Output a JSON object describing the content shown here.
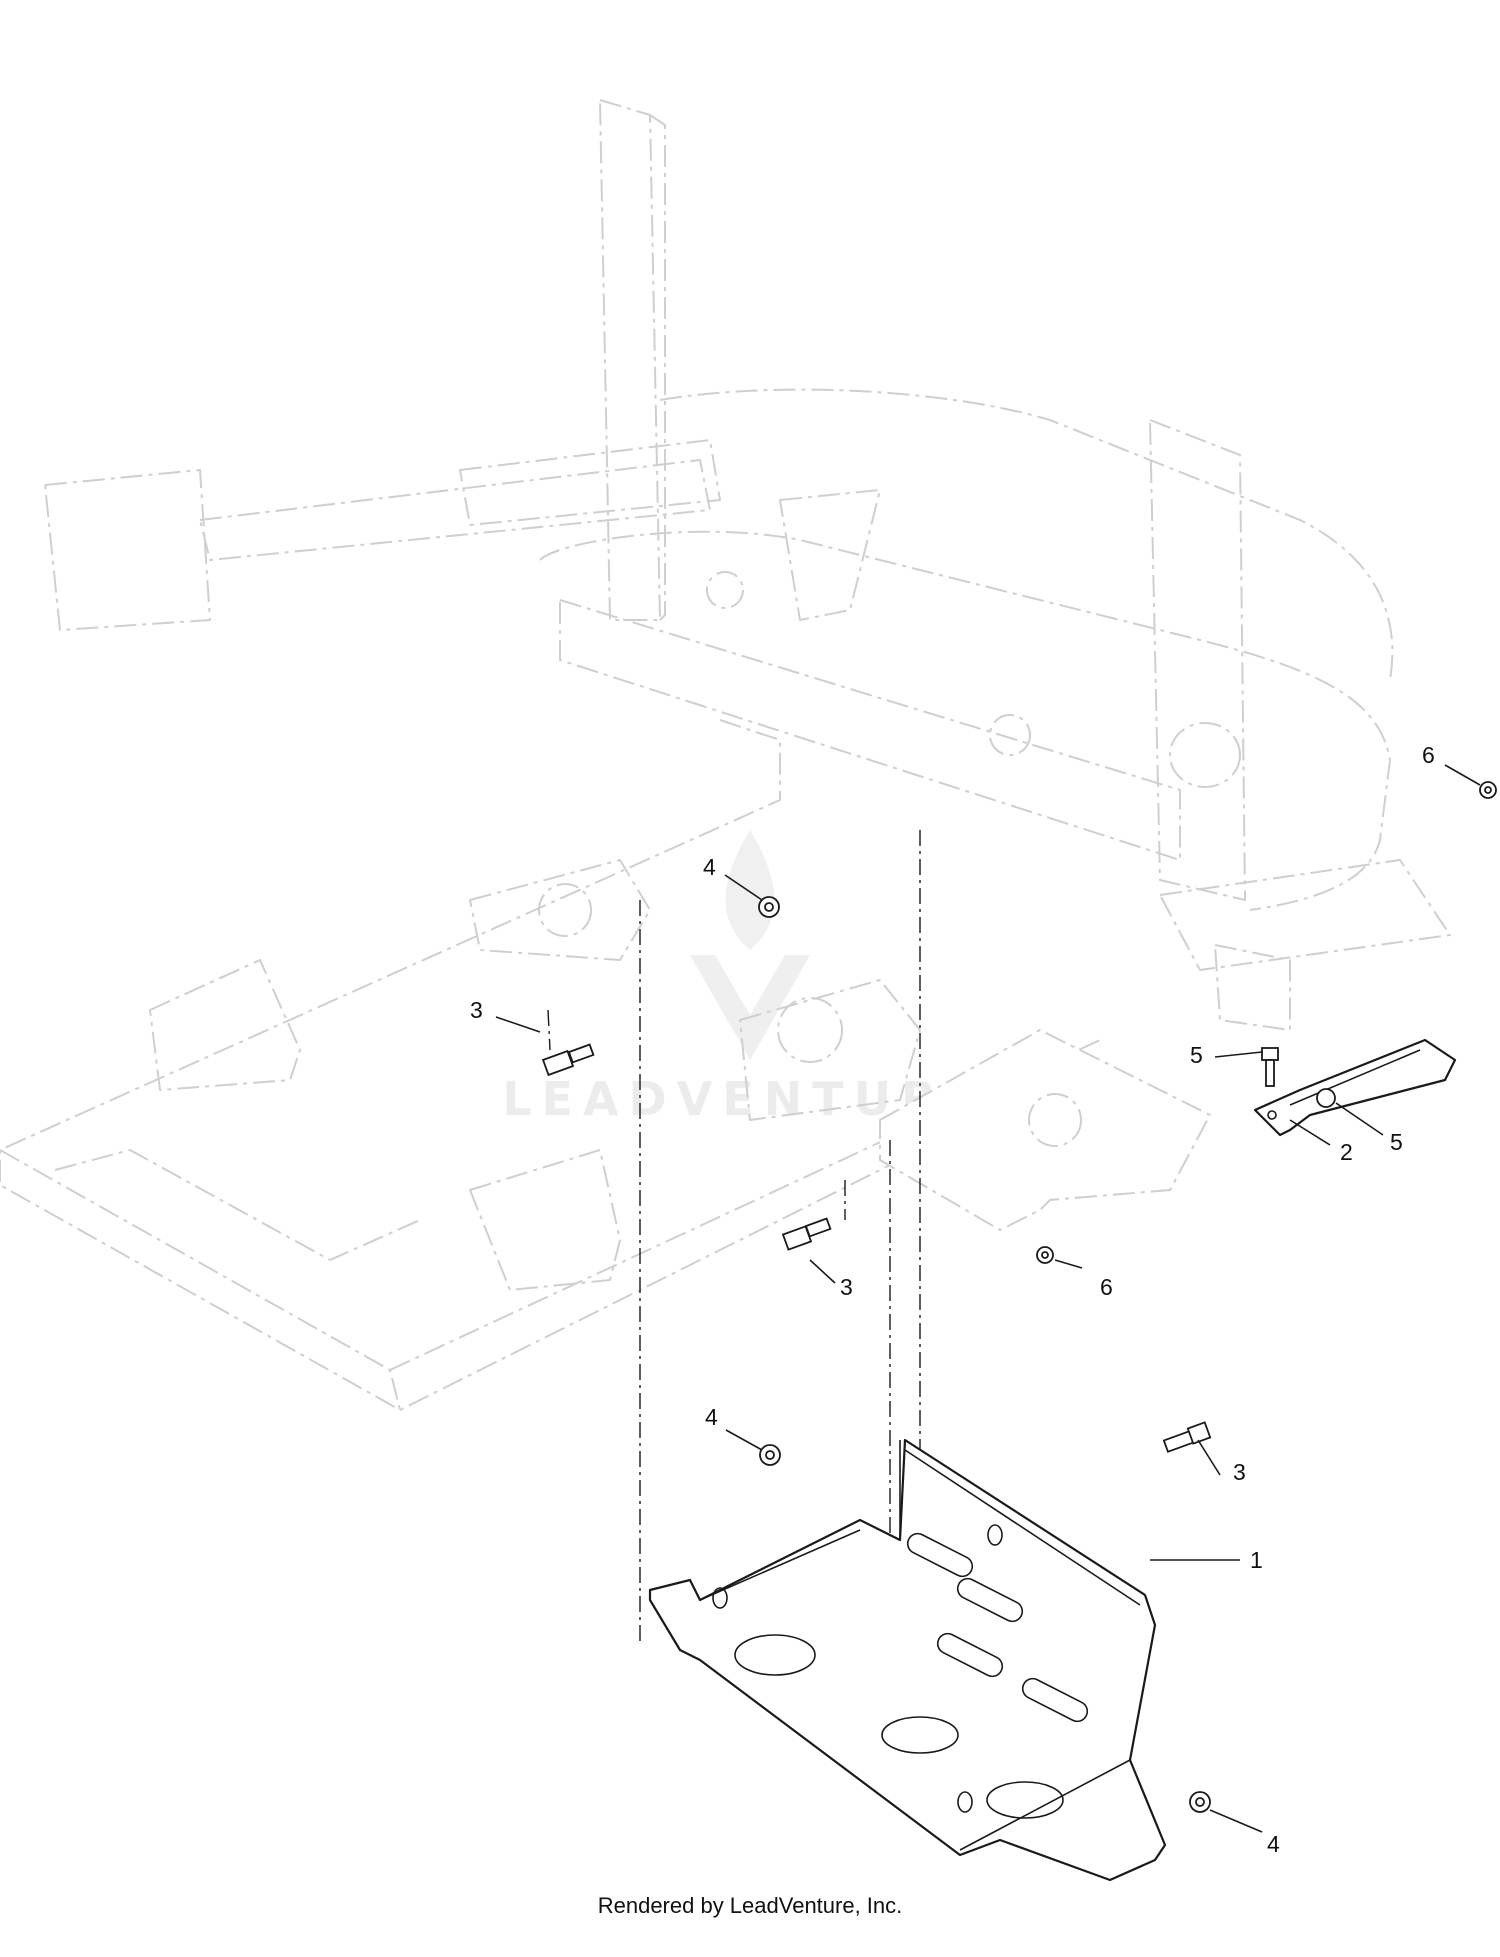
{
  "watermark": {
    "text": "LEADVENTURE"
  },
  "callouts": [
    {
      "id": "c1",
      "label": "1"
    },
    {
      "id": "c2",
      "label": "2"
    },
    {
      "id": "c3a",
      "label": "3"
    },
    {
      "id": "c3b",
      "label": "3"
    },
    {
      "id": "c3c",
      "label": "3"
    },
    {
      "id": "c4a",
      "label": "4"
    },
    {
      "id": "c4b",
      "label": "4"
    },
    {
      "id": "c4c",
      "label": "4"
    },
    {
      "id": "c5a",
      "label": "5"
    },
    {
      "id": "c5b",
      "label": "5"
    },
    {
      "id": "c6a",
      "label": "6"
    },
    {
      "id": "c6b",
      "label": "6"
    }
  ],
  "footer": {
    "text": "Rendered by LeadVenture, Inc."
  },
  "colors": {
    "ink": "#1a1a1a",
    "ghost": "#cfcfcf",
    "watermark": "#ececec"
  }
}
